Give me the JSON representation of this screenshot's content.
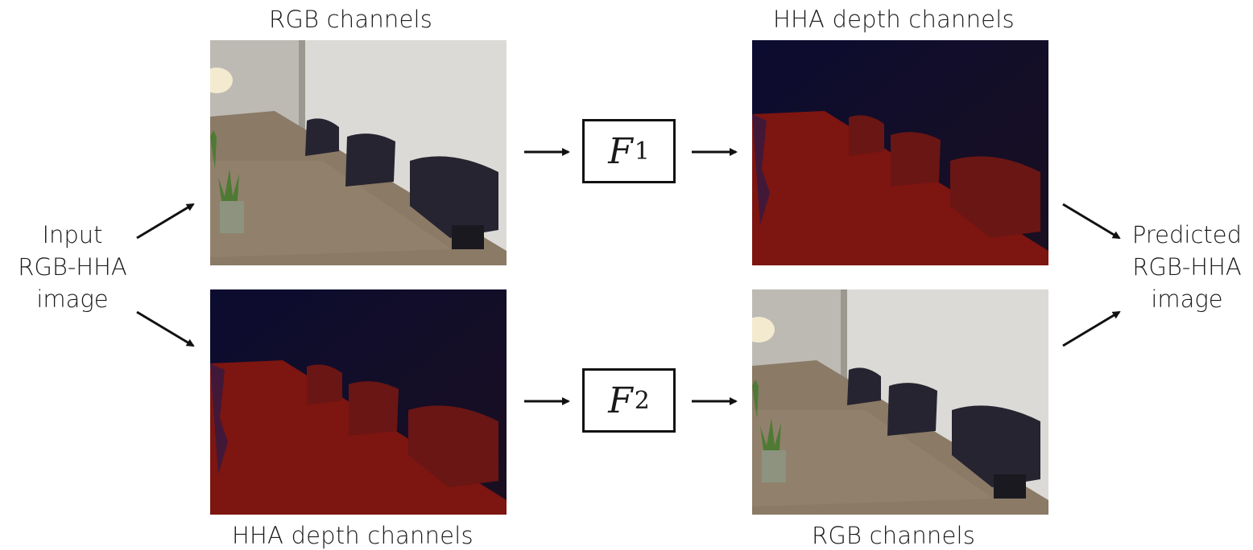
{
  "top_left_caption": "RGB channels",
  "top_right_caption": "HHA depth channels",
  "bottom_left_caption": "HHA depth channels",
  "bottom_right_caption": "RGB channels",
  "input_label": [
    "Input",
    "RGB-HHA",
    "image"
  ],
  "output_label": [
    "Predicted",
    "RGB-HHA",
    "image"
  ],
  "function_1": {
    "symbol": "F",
    "subscript": "1"
  },
  "function_2": {
    "symbol": "F",
    "subscript": "2"
  },
  "colors": {
    "hha_red": "#7d1510",
    "hha_dark": "#0f0f2e",
    "chair": "#262430",
    "table": "#8a7a66",
    "wall": "#dcdad6"
  }
}
